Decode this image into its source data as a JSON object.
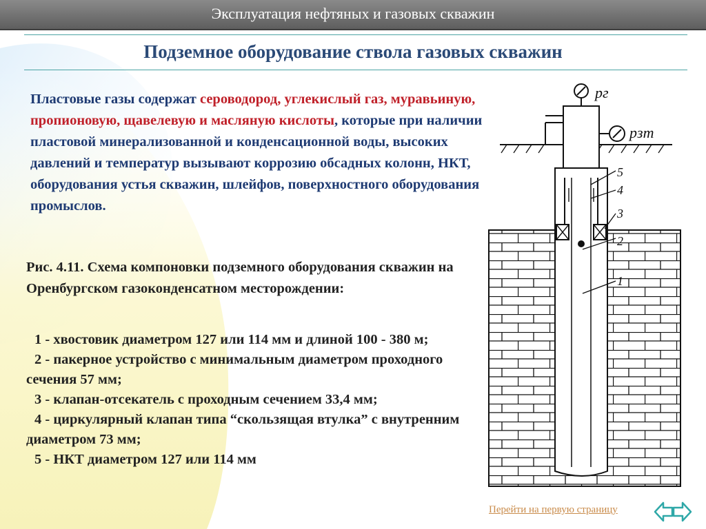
{
  "header": {
    "title": "Эксплуатация нефтяных и газовых скважин"
  },
  "slide": {
    "title": "Подземное оборудование ствола газовых скважин",
    "intro": {
      "p1": "Пластовые газы содержат ",
      "red": "сероводород, углекислый газ, муравьиную, пропионовую, щавелевую и масляную кислоты",
      "p2": ", которые при наличии пластовой минерализованной и конденсационной воды, высоких давлений и температур вызывают коррозию обсадных колонн, НКТ, оборудования устья скважин, шлейфов, поверхностного оборудования промыслов."
    },
    "caption": "Рис. 4.11. Схема компоновки подземного оборудования скважин на Оренбургском газоконденсатном месторождении:",
    "items": [
      "1 - хвостовик диаметром 127 или 114 мм и длиной 100 - 380 м;",
      "2 - пакерное устройство с минимальным диаметром проходного сечения 57 мм;",
      "3 - клапан-отсекатель с проходным сечением 33,4 мм;",
      "4 - циркулярный клапан типа “скользящая втулка” с внутренним диаметром 73 мм;",
      "5 - НКТ диаметром 127 или 114 мм"
    ]
  },
  "diagram": {
    "gauge_top": "pг",
    "gauge_side": "pзт",
    "labels": [
      "5",
      "4",
      "3",
      "2",
      "1"
    ]
  },
  "nav": {
    "first_page_link": "Перейти на первую страницу",
    "back_icon": "arrow-left-icon",
    "forward_icon": "arrow-right-icon"
  },
  "colors": {
    "title": "#2b4a77",
    "body": "#1f3b73",
    "highlight": "#c0212a",
    "link": "#c98b4a",
    "accent": "#2fa8a8"
  }
}
